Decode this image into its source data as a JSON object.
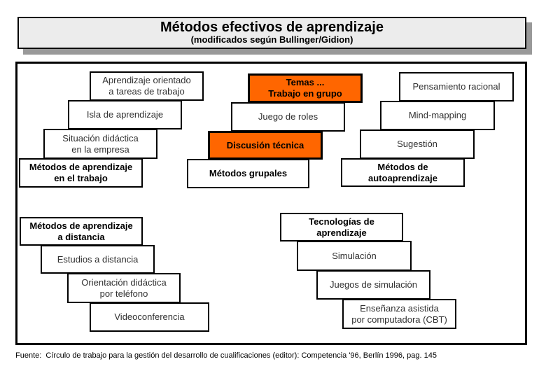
{
  "slide": {
    "title": "Métodos efectivos de aprendizaje",
    "subtitle": "(modificados según Bullinger/Gidion)"
  },
  "colors": {
    "highlight_orange": "#FF6600",
    "title_fill": "#ECECEC",
    "title_shadow": "#999999",
    "box_border": "#000000"
  },
  "groups": [
    {
      "id": "metodos-de-aprendizaje-en-el-trabajo",
      "boxes": [
        {
          "label": "Aprendizaje orientado\na tareas de trabajo",
          "emphasis": "regular"
        },
        {
          "label": "Isla de aprendizaje",
          "emphasis": "regular"
        },
        {
          "label": "Situación didáctica\nen la empresa",
          "emphasis": "regular"
        },
        {
          "label": "Métodos de aprendizaje\nen el trabajo",
          "emphasis": "bold"
        }
      ]
    },
    {
      "id": "metodos-grupales",
      "boxes": [
        {
          "label": "Temas ...\nTrabajo en grupo",
          "emphasis": "bold-highlighted"
        },
        {
          "label": "Juego de roles",
          "emphasis": "regular"
        },
        {
          "label": "Discusión técnica",
          "emphasis": "bold-highlighted"
        },
        {
          "label": "Métodos grupales",
          "emphasis": "bold"
        }
      ]
    },
    {
      "id": "metodos-de-autoaprendizaje",
      "boxes": [
        {
          "label": "Pensamiento racional",
          "emphasis": "regular"
        },
        {
          "label": "Mind-mapping",
          "emphasis": "regular"
        },
        {
          "label": "Sugestión",
          "emphasis": "regular"
        },
        {
          "label": "Métodos de\nautoaprendizaje",
          "emphasis": "bold"
        }
      ]
    },
    {
      "id": "metodos-de-aprendizaje-a-distancia",
      "boxes": [
        {
          "label": "Métodos de aprendizaje\na distancia",
          "emphasis": "bold"
        },
        {
          "label": "Estudios a distancia",
          "emphasis": "regular"
        },
        {
          "label": "Orientación didáctica\npor teléfono",
          "emphasis": "regular"
        },
        {
          "label": "Videoconferencia",
          "emphasis": "regular"
        }
      ]
    },
    {
      "id": "tecnologias-de-aprendizaje",
      "boxes": [
        {
          "label": "Tecnologías de\naprendizaje",
          "emphasis": "bold"
        },
        {
          "label": "Simulación",
          "emphasis": "regular"
        },
        {
          "label": "Juegos de simulación",
          "emphasis": "regular"
        },
        {
          "label": "Enseñanza asistida\npor computadora (CBT)",
          "emphasis": "regular"
        }
      ]
    }
  ],
  "footer": {
    "source": "Fuente:  Círculo de trabajo para la gestión del desarrollo de cualificaciones (editor): Competencia '96, Berlín 1996, pag. 145"
  }
}
